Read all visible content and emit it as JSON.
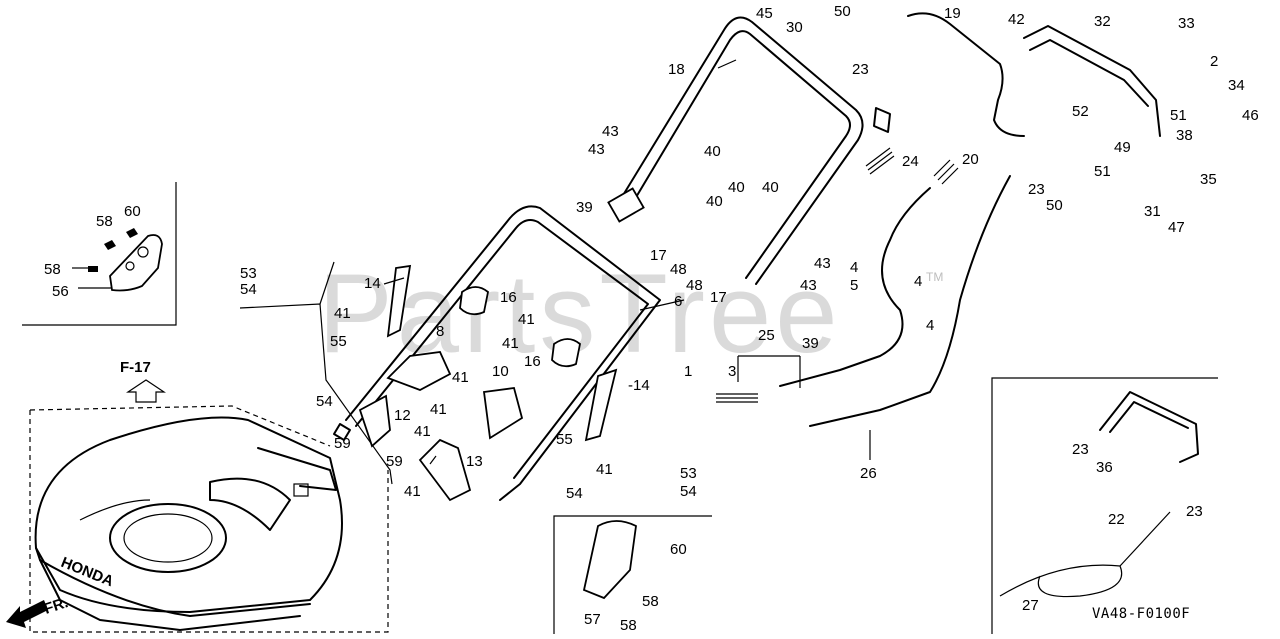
{
  "watermark": {
    "text": "PartsTree",
    "trademark": "TM"
  },
  "diagram_code": "VA48-F0100F",
  "ref_label": "F-17",
  "front_label": "FR.",
  "deck_brand": "HONDA",
  "callouts": [
    {
      "id": "c1",
      "text": "1"
    },
    {
      "id": "c2",
      "text": "2"
    },
    {
      "id": "c3",
      "text": "3"
    },
    {
      "id": "c4a",
      "text": "4"
    },
    {
      "id": "c4b",
      "text": "4"
    },
    {
      "id": "c4c",
      "text": "4"
    },
    {
      "id": "c5",
      "text": "5"
    },
    {
      "id": "c6",
      "text": "6"
    },
    {
      "id": "c8",
      "text": "8"
    },
    {
      "id": "c10",
      "text": "10"
    },
    {
      "id": "c12",
      "text": "12"
    },
    {
      "id": "c13",
      "text": "13"
    },
    {
      "id": "c14a",
      "text": "14"
    },
    {
      "id": "c14b",
      "text": "-14"
    },
    {
      "id": "c16a",
      "text": "16"
    },
    {
      "id": "c16b",
      "text": "16"
    },
    {
      "id": "c17a",
      "text": "17"
    },
    {
      "id": "c17b",
      "text": "17"
    },
    {
      "id": "c18",
      "text": "18"
    },
    {
      "id": "c19",
      "text": "19"
    },
    {
      "id": "c20",
      "text": "20"
    },
    {
      "id": "c22",
      "text": "22"
    },
    {
      "id": "c23a",
      "text": "23"
    },
    {
      "id": "c23b",
      "text": "23"
    },
    {
      "id": "c23c",
      "text": "23"
    },
    {
      "id": "c23d",
      "text": "23"
    },
    {
      "id": "c24",
      "text": "24"
    },
    {
      "id": "c25",
      "text": "25"
    },
    {
      "id": "c26",
      "text": "26"
    },
    {
      "id": "c27",
      "text": "27"
    },
    {
      "id": "c30",
      "text": "30"
    },
    {
      "id": "c31",
      "text": "31"
    },
    {
      "id": "c32",
      "text": "32"
    },
    {
      "id": "c33",
      "text": "33"
    },
    {
      "id": "c34",
      "text": "34"
    },
    {
      "id": "c35",
      "text": "35"
    },
    {
      "id": "c36",
      "text": "36"
    },
    {
      "id": "c38",
      "text": "38"
    },
    {
      "id": "c39a",
      "text": "39"
    },
    {
      "id": "c39b",
      "text": "39"
    },
    {
      "id": "c40a",
      "text": "40"
    },
    {
      "id": "c40b",
      "text": "40"
    },
    {
      "id": "c40c",
      "text": "40"
    },
    {
      "id": "c40d",
      "text": "40"
    },
    {
      "id": "c41a",
      "text": "41"
    },
    {
      "id": "c41b",
      "text": "41"
    },
    {
      "id": "c41c",
      "text": "41"
    },
    {
      "id": "c41d",
      "text": "41"
    },
    {
      "id": "c41e",
      "text": "41"
    },
    {
      "id": "c41f",
      "text": "41"
    },
    {
      "id": "c41g",
      "text": "41"
    },
    {
      "id": "c41h",
      "text": "41"
    },
    {
      "id": "c42",
      "text": "42"
    },
    {
      "id": "c43a",
      "text": "43"
    },
    {
      "id": "c43b",
      "text": "43"
    },
    {
      "id": "c43c",
      "text": "43"
    },
    {
      "id": "c43d",
      "text": "43"
    },
    {
      "id": "c45",
      "text": "45"
    },
    {
      "id": "c46",
      "text": "46"
    },
    {
      "id": "c47",
      "text": "47"
    },
    {
      "id": "c48a",
      "text": "48"
    },
    {
      "id": "c48b",
      "text": "48"
    },
    {
      "id": "c49",
      "text": "49"
    },
    {
      "id": "c50a",
      "text": "50"
    },
    {
      "id": "c50b",
      "text": "50"
    },
    {
      "id": "c51a",
      "text": "51"
    },
    {
      "id": "c51b",
      "text": "51"
    },
    {
      "id": "c52",
      "text": "52"
    },
    {
      "id": "c53a",
      "text": "53"
    },
    {
      "id": "c53b",
      "text": "53"
    },
    {
      "id": "c54a",
      "text": "54"
    },
    {
      "id": "c54b",
      "text": "54"
    },
    {
      "id": "c54c",
      "text": "54"
    },
    {
      "id": "c54d",
      "text": "54"
    },
    {
      "id": "c55a",
      "text": "55"
    },
    {
      "id": "c55b",
      "text": "55"
    },
    {
      "id": "c56",
      "text": "56"
    },
    {
      "id": "c57",
      "text": "57"
    },
    {
      "id": "c58a",
      "text": "58"
    },
    {
      "id": "c58b",
      "text": "58"
    },
    {
      "id": "c58c",
      "text": "58"
    },
    {
      "id": "c58d",
      "text": "58"
    },
    {
      "id": "c59a",
      "text": "59"
    },
    {
      "id": "c59b",
      "text": "59"
    },
    {
      "id": "c60a",
      "text": "60"
    },
    {
      "id": "c60b",
      "text": "60"
    }
  ]
}
